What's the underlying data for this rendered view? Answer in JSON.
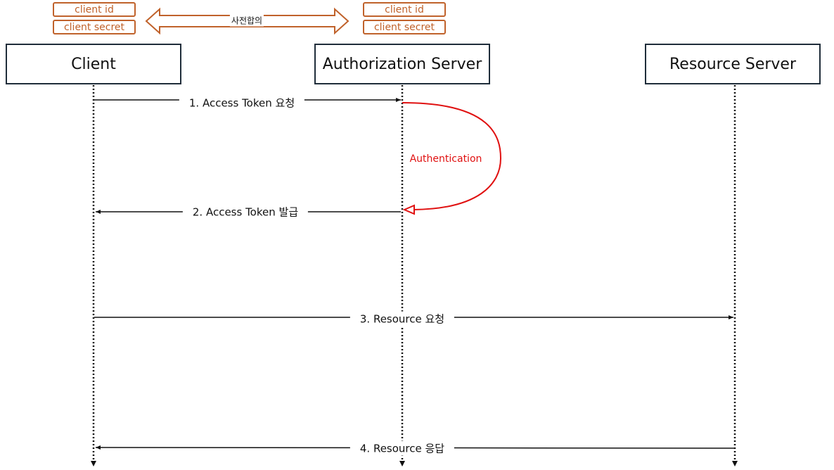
{
  "actors": {
    "client": "Client",
    "authorization_server": "Authorization Server",
    "resource_server": "Resource Server"
  },
  "credentials": {
    "client_id": "client id",
    "client_secret": "client secret"
  },
  "agreement_label": "사전합의",
  "messages": [
    "1. Access Token 요청",
    "2. Access Token 발급",
    "3. Resource 요청",
    "4. Resource 응답"
  ],
  "self_call_label": "Authentication",
  "colors": {
    "line": "#111111",
    "box_border": "#1f2d3a",
    "credential": "#c0622b",
    "self_call": "#e01010"
  }
}
